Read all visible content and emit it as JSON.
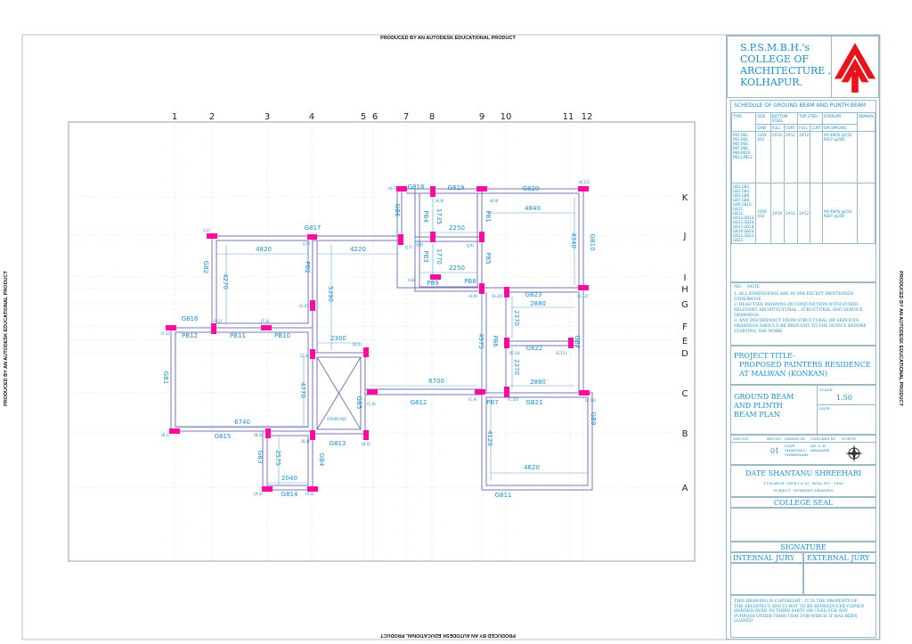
{
  "banner": "PRODUCED BY AN AUTODESK EDUCATIONAL PRODUCT",
  "columns": [
    "1",
    "2",
    "3",
    "4",
    "5",
    "6",
    "7",
    "8",
    "9",
    "10",
    "11",
    "12"
  ],
  "rows": [
    "K",
    "J",
    "I",
    "H",
    "G",
    "F",
    "E",
    "D",
    "C",
    "B",
    "A"
  ],
  "beams": {
    "g817": "G817",
    "g816": "G816",
    "pb12": "PB12",
    "pb11": "PB11",
    "pb10": "PB10",
    "gb2": "GB2",
    "pb2": "PB2",
    "gb1": "GB1",
    "g815": "G815",
    "gb3": "GB3",
    "gb4": "GB4",
    "g814": "G814",
    "g813": "G813",
    "gb5": "GB5",
    "g812": "G812",
    "pb7": "PB7",
    "gb21": "GB21",
    "g811": "G811",
    "gb9": "GB9",
    "pb6": "PB6",
    "g822": "G822",
    "g823": "G823",
    "gb7": "GB7",
    "g818": "G818",
    "g819": "G819",
    "g820": "G820",
    "gb10": "GB10",
    "gb6": "GB6",
    "pb4": "PB4",
    "pb3": "PB3",
    "pb1": "PB1",
    "pb5": "PB5",
    "pb9": "PB9",
    "pb8": "PB8",
    "staircase": "STAIRCASE"
  },
  "dims": {
    "d4820": "4820",
    "d4220": "4220",
    "d4270": "4270",
    "d5390": "5390",
    "d2300": "2300",
    "d4770": "4770",
    "d6740": "6740",
    "d2575": "2575",
    "d2040": "2040",
    "d6700": "6700",
    "d4120": "4120",
    "d4620": "4620",
    "d4975": "4975",
    "d2370a": "2370",
    "d2370b": "2370",
    "d2880a": "2880",
    "d2880b": "2880",
    "d4840": "4840",
    "d4340": "4340",
    "d1735": "1735",
    "d1770": "1770",
    "d2250a": "2250",
    "d2250b": "2250"
  },
  "tags": [
    "(J,2)",
    "(J,4)",
    "(J,7)",
    "(F,1)",
    "(F,2)",
    "(F,3)",
    "(G,4)",
    "(D,5)",
    "(D,4)",
    "(B,1)",
    "(B,3)",
    "(B,4)",
    "(B,5)",
    "(C,4)",
    "(A,3)",
    "(A,4)",
    "(C,9)",
    "(C,10)",
    "(C,12)",
    "(E,10)",
    "(E,11)",
    "(H,9)",
    "(H,10)",
    "(H,12)",
    "(K,7)",
    "(K,8)",
    "(K,9)",
    "(K,12)",
    "(J,8)",
    "(J,9)",
    "(I,8)"
  ],
  "title_block": {
    "college": [
      "S.P.S.M.B.H.'s",
      "COLLEGE OF",
      "ARCHITECTURE ,",
      "KOLHAPUR."
    ],
    "schedule_title": "SCHEDULE OF  GROUND BEAM AND PLINTH BEAM",
    "schedule_headers": {
      "type": "TYPE",
      "size": "SIZE",
      "dxw": "DXW",
      "bottom": "BOTTOM STEEL",
      "top": "TOP STEEL",
      "full1": "FULL",
      "curt1": "CURT.",
      "full2": "FULL",
      "curt2": "CURT",
      "stirrups": "STIRRUPS",
      "dia": "DIA,SPACING",
      "remark": "REMARK"
    },
    "schedule_rows": [
      {
        "type": "PB1,PB2, PB3,PB4, PB5,PB6, PB7,PB8, PB9,PB10, PB11,PB12",
        "size": "230X 450",
        "bottom_full": "2#16",
        "bottom_curt": "2#12",
        "top_full": "2#12",
        "top_curt": "-",
        "stirrups": "#8 4NOS @150 REST @200",
        "remark": "-"
      },
      {
        "type": "GB1,GB2, GB3,GB4, GB5,GB6, GB7,GB8, GB9,GB10, GB11, GB12, GB13,GB14, GB15,GB16, GB17,GB18, GB19,GB20, GB21,GB22, GB23",
        "size": "230X 450",
        "bottom_full": "2#16",
        "bottom_curt": "2#12",
        "top_full": "2#12",
        "top_curt": "-",
        "stirrups": "#8 4NOS @150 REST @200",
        "remark": "-"
      }
    ],
    "notes_header": {
      "no": "NO.",
      "note": "NOTE"
    },
    "notes": [
      {
        "no": "1.",
        "text": "ALL DIMENSIONS ARE IN MM EXCEPT MENTIONED OTHERWISE."
      },
      {
        "no": "2.",
        "text": "READ THIS DRAWING IN CONJUNCTION WITH OTHER RELEVANT ARCHITECTURAL , STRUCTURAL AND SERVICE DRAWINGS."
      },
      {
        "no": "3.",
        "text": "ANY DISCREPANCY FROM STRUCTURAL OR SERVICES DRAWINGS SHOULD BE BROUGHT TO THE NOTICE BEFORE STARTING THE WORK."
      }
    ],
    "project_label": "PROJECT TITLE-",
    "project_title": [
      "PROPOSED PAINTERS RESIDENCE",
      "AT MALWAN (KONKAN)"
    ],
    "drawing_title": [
      "GROUND BEAM",
      "AND PLINTH",
      "BEAM PLAN"
    ],
    "scale_label": "SCALE-",
    "scale_value": "1.50",
    "date_label": "DATE-",
    "dwg_no_label": "DRG.NO.",
    "rev_no_label": "REV.NO",
    "rev_no": "01",
    "drawn_by_label": "DRAWN BY",
    "drawn_by": "DATE SHANTANU SHREEHARI",
    "checked_by_label": "CHECKED BY",
    "checked_by": "AR. S. B. ABHASHE",
    "north_label": "NORTH",
    "student_name": "DATE SHANTANU SHREEHARI",
    "student_info": "T.Y.B.ARCH. (SEM-I & II) , ROLL NO. - 1408",
    "subject": "SUBJECT - WORKING DRAWING",
    "college_seal": "COLLEGE SEAL",
    "signature": "SIGNATURE",
    "internal_jury": "INTERNAL JURY",
    "external_jury": "EXTERNAL JURY",
    "copyright": "THIS DRAWING IS COPYRIGHT , IT IS THE PROPERTY OF THE ARCHITECT AND IS NOT TO BE REPRODUCED COPIED HANDED OVER TO THIRD PARTY OR USED FOR ANY PURPOSE OTHER THAN THAT FOR WHICH IT HAS BEEN LOANED"
  },
  "colors": {
    "beam": "#7d74b8",
    "column": "#ff0aa0",
    "text": "#1b8cc4",
    "logo": "#e8141c"
  }
}
